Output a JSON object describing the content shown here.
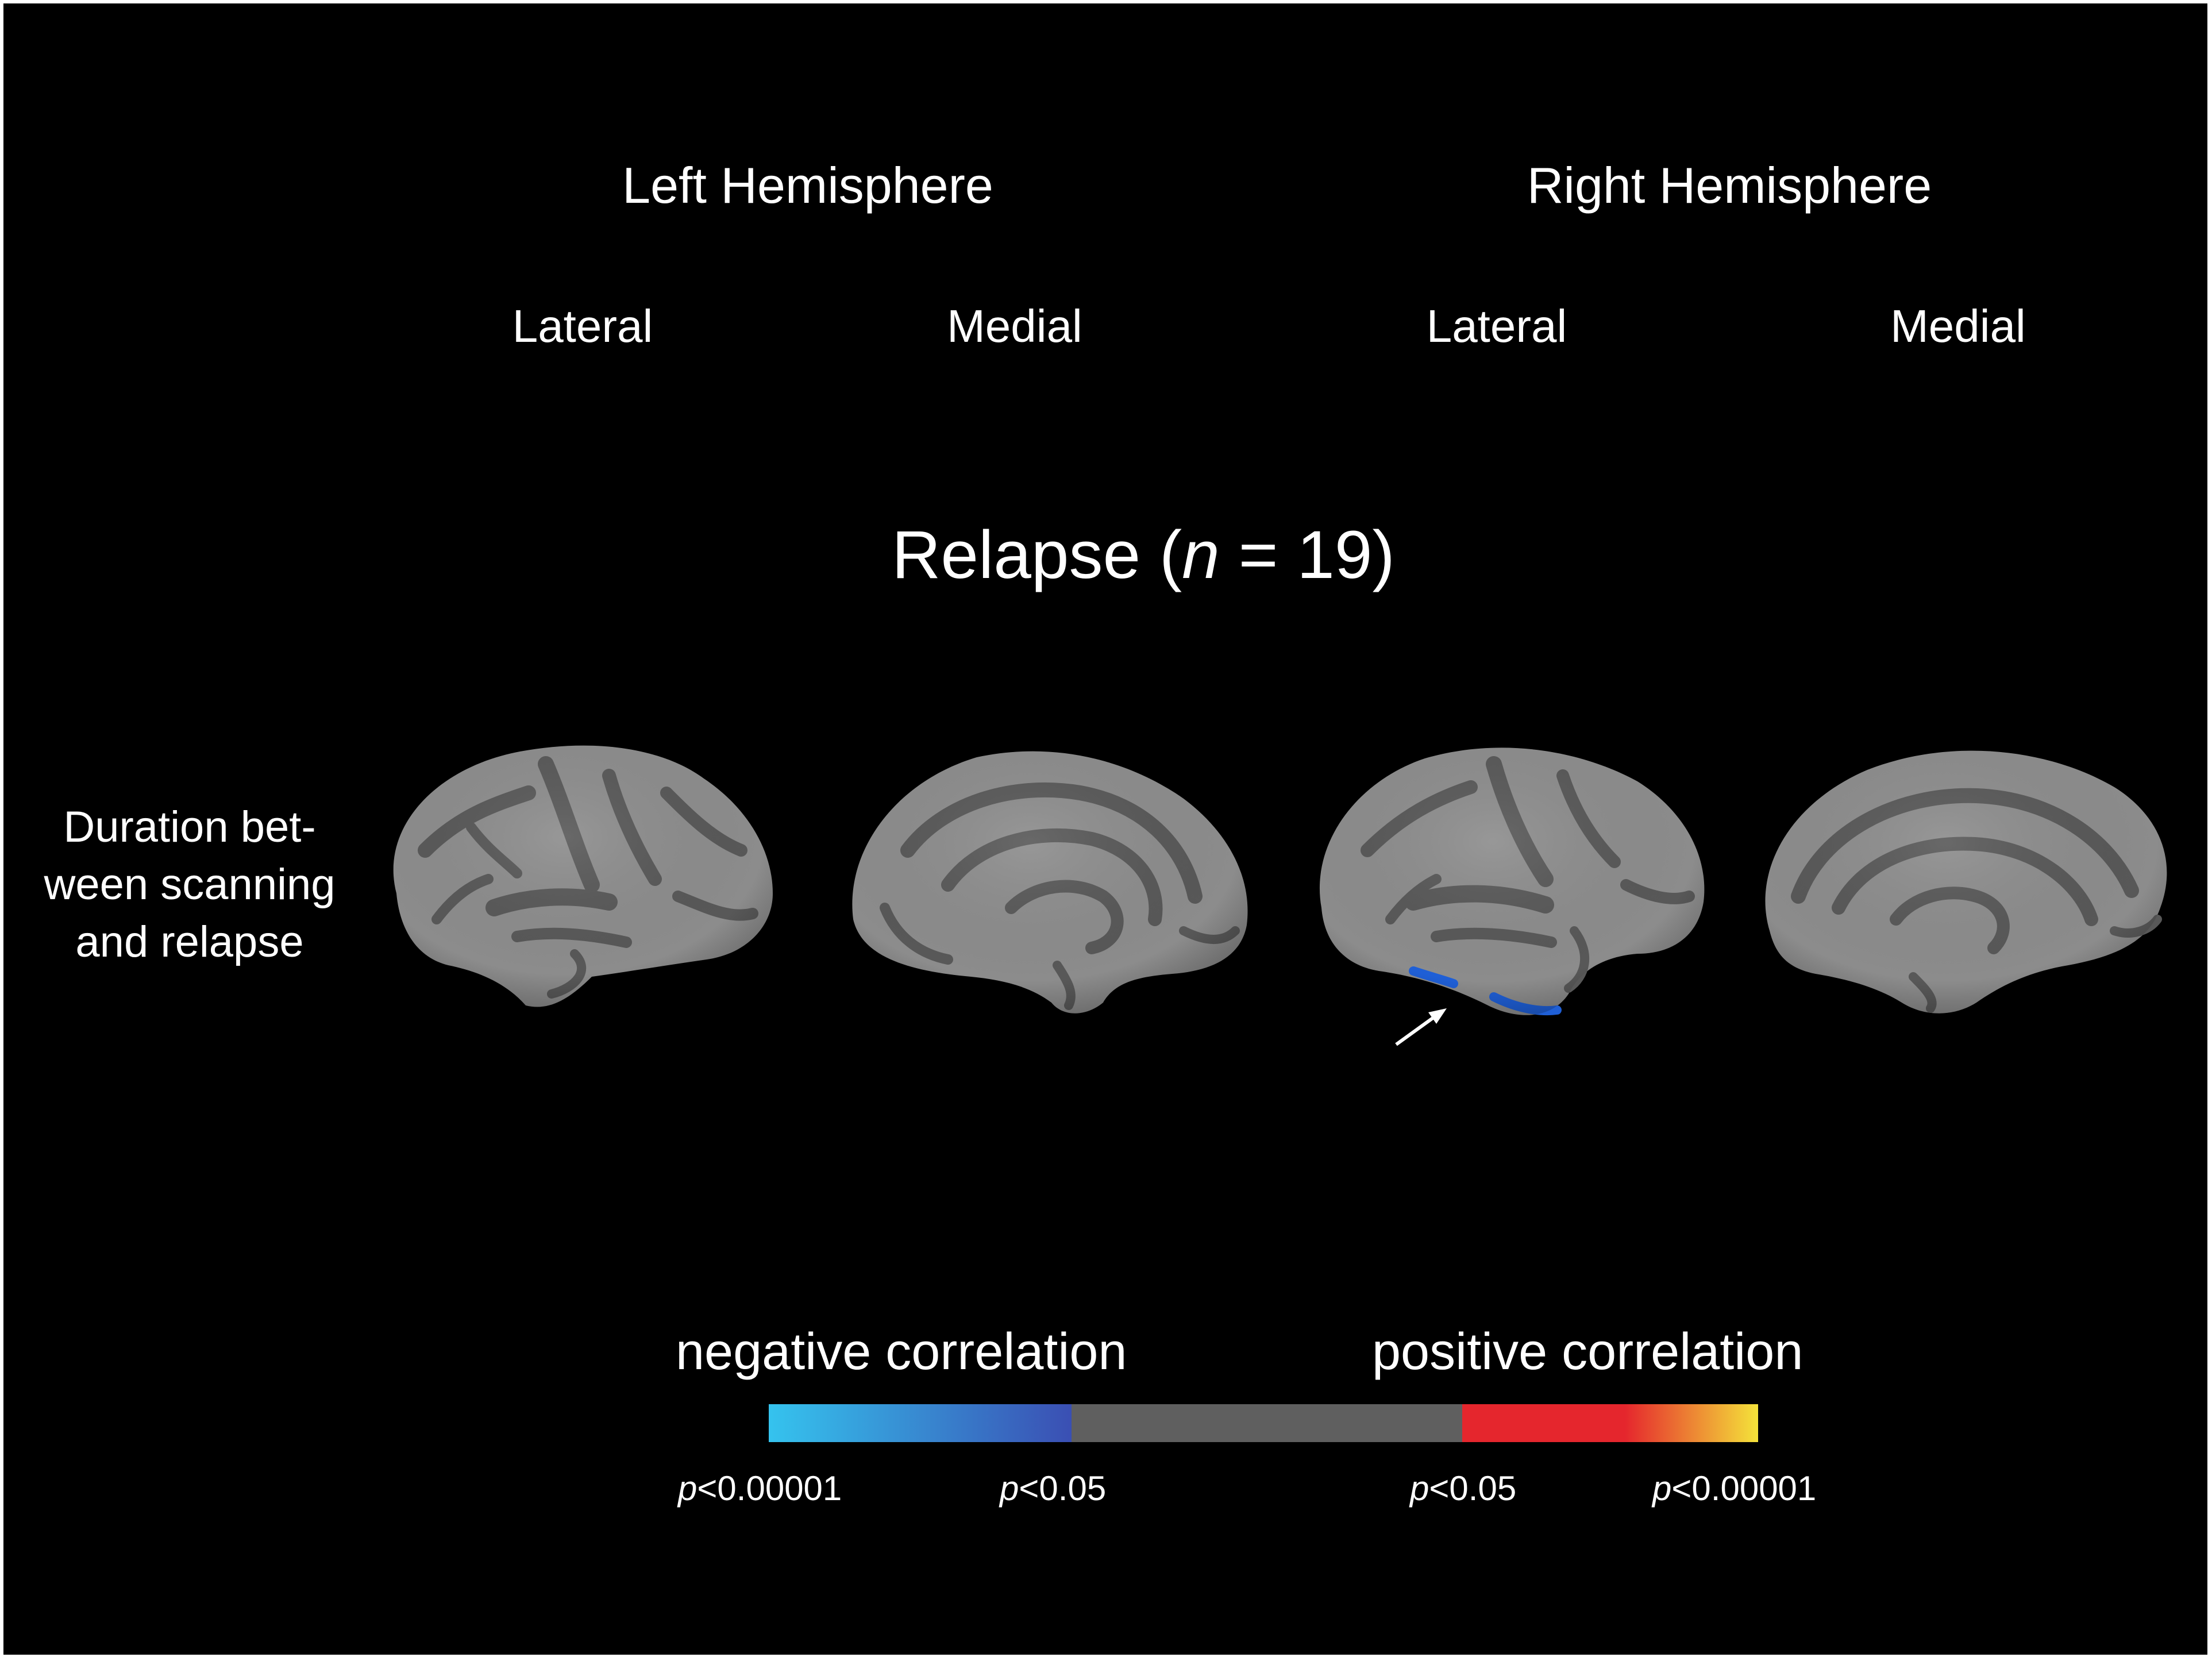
{
  "header": {
    "left_hemisphere": "Left Hemisphere",
    "right_hemisphere": "Right Hemisphere",
    "views": [
      "Lateral",
      "Medial",
      "Lateral",
      "Medial"
    ]
  },
  "condition": {
    "prefix": "Relapse (",
    "n_symbol": "n",
    "suffix": " = 19)"
  },
  "row_label": {
    "lines": [
      "Duration bet-",
      "ween scanning",
      "and relapse"
    ]
  },
  "color_scale": {
    "negative_label": "negative correlation",
    "positive_label": "positive correlation",
    "ticks": [
      {
        "p_symbol": "p",
        "value": "<0.00001"
      },
      {
        "p_symbol": "p",
        "value": "<0.05"
      },
      {
        "p_symbol": "p",
        "value": "<0.05"
      },
      {
        "p_symbol": "p",
        "value": "<0.00001"
      }
    ],
    "colors": {
      "negative_high": "#35c3ee",
      "negative_low": "#3a4fb3",
      "neutral": "#5f5f5f",
      "positive_low": "#e5262d",
      "positive_high": "#f4e33a"
    }
  },
  "surface_colors": {
    "gyri": "#8c8c8c",
    "sulci": "#585858",
    "cluster": "#1f5fd6"
  }
}
